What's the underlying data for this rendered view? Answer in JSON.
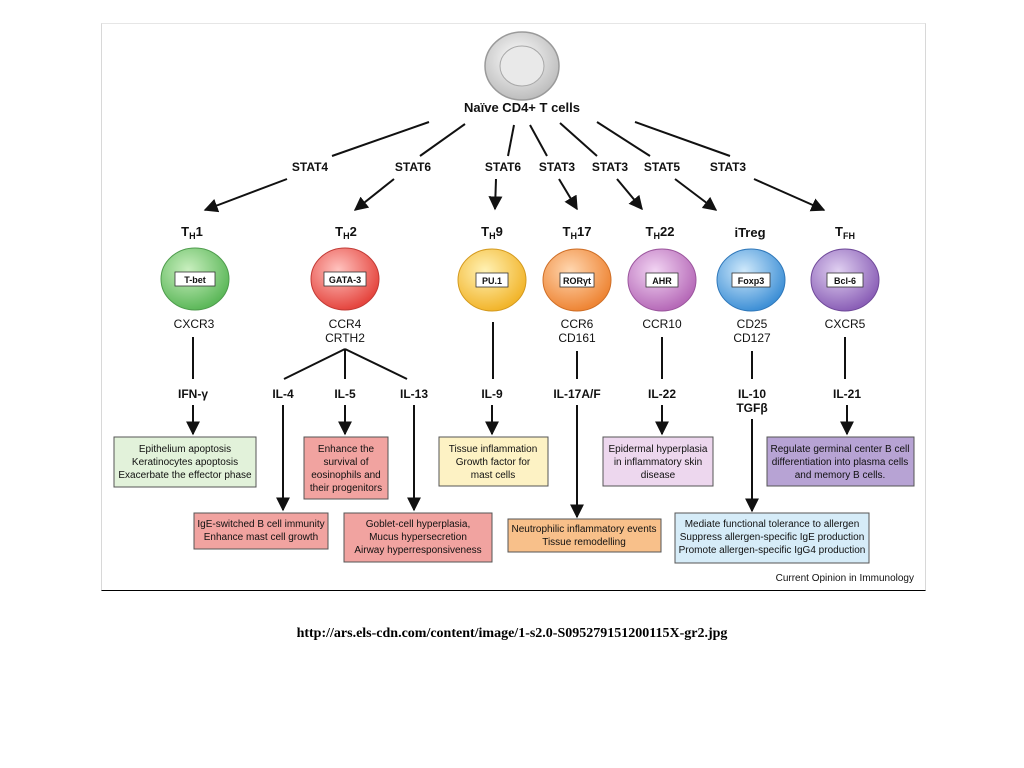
{
  "root": {
    "label": "Naïve CD4+ T cells"
  },
  "stats": [
    "STAT4",
    "STAT6",
    "STAT6",
    "STAT3",
    "STAT3",
    "STAT5",
    "STAT3"
  ],
  "cells": [
    {
      "name": "TH1",
      "main": "T",
      "sub": "H",
      "suffix": "1",
      "tf": "T-bet",
      "markers": [
        "CXCR3"
      ],
      "color": "#6cc46a"
    },
    {
      "name": "TH2",
      "main": "T",
      "sub": "H",
      "suffix": "2",
      "tf": "GATA-3",
      "markers": [
        "CCR4",
        "CRTH2"
      ],
      "color": "#ee5a55"
    },
    {
      "name": "TH9",
      "main": "T",
      "sub": "H",
      "suffix": "9",
      "tf": "PU.1",
      "markers": [],
      "color": "#f6c646"
    },
    {
      "name": "TH17",
      "main": "T",
      "sub": "H",
      "suffix": "17",
      "tf": "RORγt",
      "markers": [
        "CCR6",
        "CD161"
      ],
      "color": "#f39a4e"
    },
    {
      "name": "TH22",
      "main": "T",
      "sub": "H",
      "suffix": "22",
      "tf": "AHR",
      "markers": [
        "CCR10"
      ],
      "color": "#c582c6"
    },
    {
      "name": "iTreg",
      "main": "iTreg",
      "sub": "",
      "suffix": "",
      "tf": "Foxp3",
      "markers": [
        "CD25",
        "CD127"
      ],
      "color": "#58a4df"
    },
    {
      "name": "TFH",
      "main": "T",
      "sub": "FH",
      "suffix": "",
      "tf": "Bcl-6",
      "markers": [
        "CXCR5"
      ],
      "color": "#a078c4"
    }
  ],
  "cytokines": {
    "ifng": "IFN-γ",
    "il4": "IL-4",
    "il5": "IL-5",
    "il13": "IL-13",
    "il9": "IL-9",
    "il17": "IL-17A/F",
    "il22": "IL-22",
    "il10": "IL-10",
    "tgfb": "TGFβ",
    "il21": "IL-21"
  },
  "effects": {
    "th1": [
      "Epithelium apoptosis",
      "Keratinocytes apoptosis",
      "Exacerbate the effector phase"
    ],
    "il5": [
      "Enhance the",
      "survival of",
      "eosinophils and",
      "their progenitors"
    ],
    "il4": [
      "IgE-switched B cell immunity",
      "Enhance mast cell growth"
    ],
    "il13": [
      "Goblet-cell hyperplasia,",
      "Mucus hypersecretion",
      "Airway hyperresponsiveness"
    ],
    "th9": [
      "Tissue inflammation",
      "Growth factor for",
      "mast cells"
    ],
    "th17": [
      "Neutrophilic inflammatory events",
      "Tissue remodelling"
    ],
    "th22": [
      "Epidermal hyperplasia",
      "in inflammatory skin",
      "disease"
    ],
    "treg": [
      "Mediate functional tolerance to allergen",
      "Suppress allergen-specific IgE production",
      "Promote allergen-specific IgG4 production"
    ],
    "tfh": [
      "Regulate germinal center B cell",
      "differentiation into plasma cells",
      "and memory B cells."
    ]
  },
  "box_colors": {
    "green": "#e2f2da",
    "red": "#f1a3a0",
    "yellow": "#fdf2c4",
    "orange": "#f8c08a",
    "purple_light": "#edd7ee",
    "blue": "#d6ecf8",
    "purple": "#b7a3d4"
  },
  "journal": "Current Opinion in Immunology",
  "url": "http://ars.els-cdn.com/content/image/1-s2.0-S095279151200115X-gr2.jpg"
}
